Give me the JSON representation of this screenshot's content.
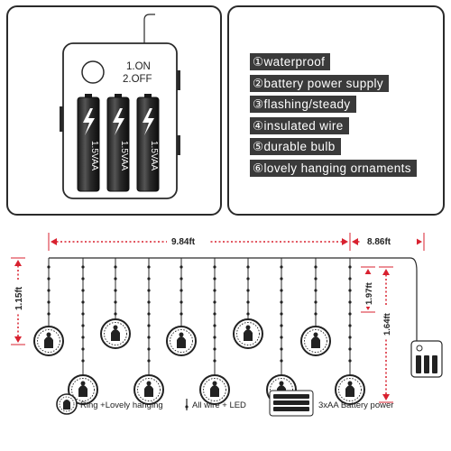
{
  "switch": {
    "on_label": "1.ON",
    "off_label": "2.OFF"
  },
  "batteries": [
    {
      "label": "1.5VAA"
    },
    {
      "label": "1.5VAA"
    },
    {
      "label": "1.5VAA"
    }
  ],
  "features": [
    {
      "num": "①",
      "text": "waterproof"
    },
    {
      "num": "②",
      "text": "battery power supply"
    },
    {
      "num": "③",
      "text": "flashing/steady"
    },
    {
      "num": "④",
      "text": "insulated wire"
    },
    {
      "num": "⑤",
      "text": "durable bulb"
    },
    {
      "num": "⑥",
      "text": "lovely hanging ornaments"
    }
  ],
  "dimensions": {
    "width_main": "9.84ft",
    "width_lead": "8.86ft",
    "height_ring": "1.15ft",
    "height_short": "1.97ft",
    "height_long": "1.64ft"
  },
  "legend": {
    "ring": "Ring +Lovely hanging",
    "wire": "All wire + LED",
    "battery": "3xAA Battery power"
  },
  "colors": {
    "dimension_red": "#d8212f",
    "label_bg": "#3a3a3a",
    "line": "#2a2a2a"
  }
}
